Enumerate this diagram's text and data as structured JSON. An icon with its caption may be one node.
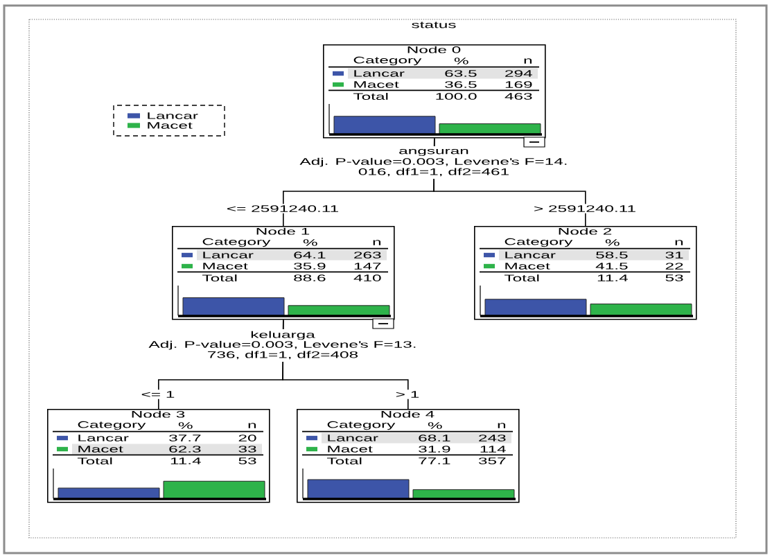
{
  "diagram": {
    "title": "status",
    "nodes": [
      {
        "text": [
          "Node 0",
          "Category",
          "%",
          "n",
          "Lancar",
          "63.5",
          "294",
          "Macet",
          "36.5",
          "169",
          "Total",
          "100.0",
          "463"
        ],
        "beside": [
          "angsuran",
          "Adj. P-value=0.003, Levene's F=14. 016, df1=1, df2=461"
        ]
      },
      {
        "text": [
          "Node 1",
          "Category",
          "%",
          "n",
          "Lancar",
          "64.1",
          "263",
          "Macet",
          "35.9",
          "147",
          "Total",
          "88.6",
          "410"
        ],
        "beside": [
          "keluarga",
          "Adj. P-value=0.003, Levene's F=13. 736, df1=1, df2=408"
        ]
      },
      {
        "text": [
          "Node 2",
          "Category",
          "%",
          "n",
          "Lancar",
          "58.5",
          "31",
          "Macet",
          "41.5",
          "22",
          "Total",
          "11.4",
          "53"
        ]
      },
      {
        "text": [
          "Node 3",
          "Category",
          "%",
          "n",
          "Lancar",
          "37.7",
          "20",
          "Macet",
          "62.3",
          "33",
          "Total",
          "11.4",
          "53"
        ]
      },
      {
        "text": [
          "Node 4",
          "Category",
          "%",
          "n",
          "Lancar",
          "68.1",
          "243",
          "Macet",
          "31.9",
          "114",
          "Total",
          "77.1",
          "357"
        ]
      }
    ],
    "edges": [
      {
        "from": 0,
        "to": 1,
        "arrow": "none",
        "label": "<= 2591240.11"
      },
      {
        "from": 0,
        "to": 2,
        "arrow": "none",
        "label": "> 2591240.11"
      },
      {
        "from": 1,
        "to": 3,
        "arrow": "none",
        "label": "<= 1"
      },
      {
        "from": 1,
        "to": 4,
        "arrow": "none",
        "label": "> 1"
      }
    ],
    "legend": [
      {
        "text": "Lancar",
        "color": "#3d55a8"
      },
      {
        "text": "Macet",
        "color": "#2eb34a"
      }
    ]
  }
}
